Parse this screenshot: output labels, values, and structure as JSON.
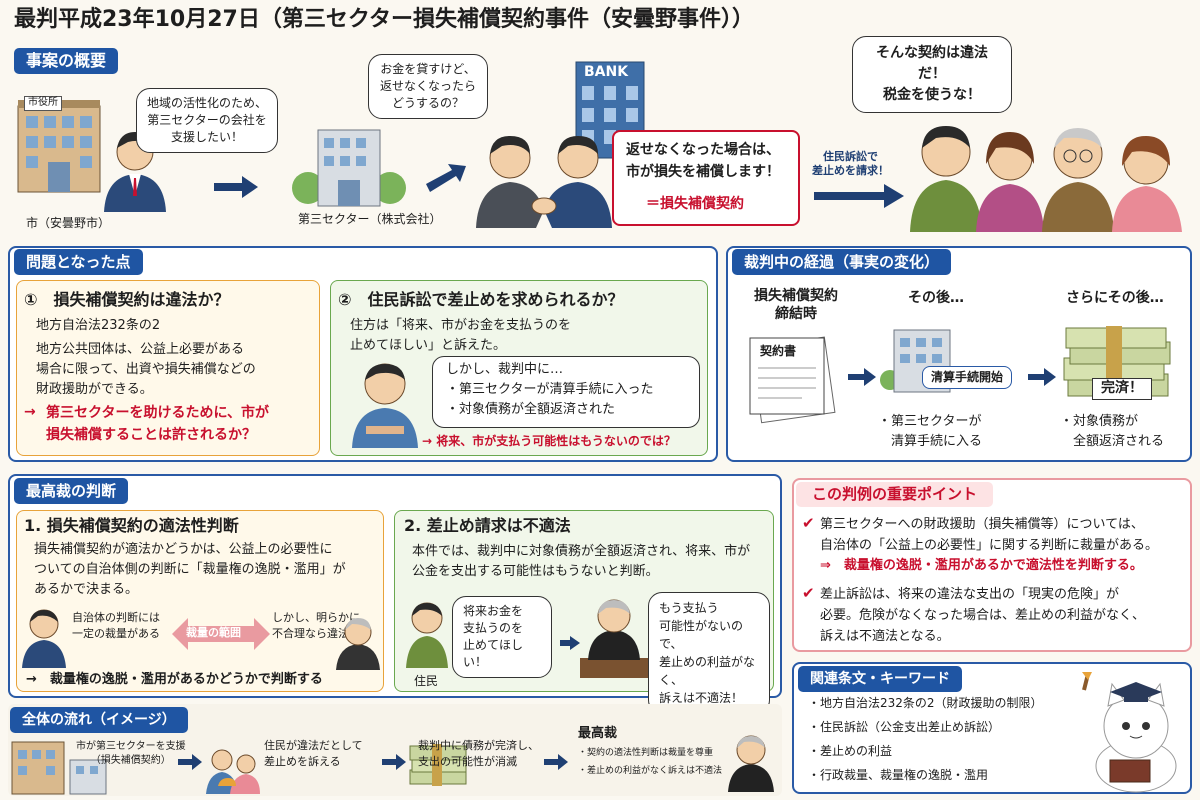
{
  "title": "最判平成23年10月27日（第三セクター損失補償契約事件（安曇野事件））",
  "overview": {
    "label": "事案の概要",
    "city_sign": "市役所",
    "city_label": "市（安曇野市）",
    "city_bubble": "地域の活性化のため、\n第三セクターの会社を\n支援したい！",
    "third_label": "第三セクター（株式会社）",
    "bank_sign": "BANK",
    "bank_bubble": "お金を貸すけど、\n返せなくなったら\nどうするの？",
    "contract_line1": "返せなくなった場合は、",
    "contract_line2": "市が損失を補償します！",
    "contract_name": "＝損失補償契約",
    "suit_arrow": "住民訴訟で\n差止めを請求！",
    "residents_bubble": "そんな契約は違法だ！\n税金を使うな！"
  },
  "issues": {
    "label": "問題となった点",
    "q1": {
      "title": "①　損失補償契約は違法か？",
      "law": "地方自治法232条の2",
      "text": "地方公共団体は、公益上必要がある\n場合に限って、出資や損失補償などの\n財政援助ができる。",
      "arrow": "→",
      "point": "第三セクターを助けるために、市が\n損失補償することは許されるか？"
    },
    "q2": {
      "title": "②　住民訴訟で差止めを求められるか？",
      "text": "住方は「将来、市がお金を支払うのを\n止めてほしい」と訴えた。",
      "bubble_head": "しかし、裁判中に…",
      "bubble_items": [
        "・第三セクターが清算手続に入った",
        "・対象債務が全額返済された"
      ],
      "point": "→ 将来、市が支払う可能性はもうないのでは？"
    }
  },
  "process": {
    "label": "裁判中の経過（事実の変化）",
    "c1_head": "損失補償契約\n締結時",
    "c1_doc": "契約書",
    "c2_head": "その後…",
    "c2_tag": "清算手続開始",
    "c2_text": "・第三セクターが\n　清算手続に入る",
    "c3_head": "さらにその後…",
    "c3_tag": "完済！",
    "c3_text": "・対象債務が\n　全額返済される"
  },
  "judgment": {
    "label": "最高裁の判断",
    "j1": {
      "title": "1. 損失補償契約の適法性判断",
      "text": "損失補償契約が適法かどうかは、公益上の必要性に\nついての自治体側の判断に「裁量権の逸脱・濫用」が\nあるかで決まる。",
      "left": "自治体の判断には\n一定の裁量がある",
      "range": "裁量の範囲",
      "right": "しかし、明らかに\n不合理なら違法",
      "conclusion": "→　裁量権の逸脱・濫用があるかどうかで判断する"
    },
    "j2": {
      "title": "2. 差止め請求は不適法",
      "text": "本件では、裁判中に対象債務が全額返済され、将来、市が\n公金を支出する可能性はもうないと判断。",
      "resident_bubble": "将来お金を\n支払うのを\n止めてほしい！",
      "resident_label": "住民",
      "judge_bubble": "もう支払う\n可能性がないので、\n差止めの利益がなく、\n訴えは不適法！"
    }
  },
  "points": {
    "label": "この判例の重要ポイント",
    "p1": "第三セクターへの財政援助（損失補償等）については、\n自治体の「公益上の必要性」に関する判断に裁量がある。",
    "p1_arrow": "⇒　裁量権の逸脱・濫用があるかで適法性を判断する。",
    "p2": "差止訴訟は、将来の違法な支出の「現実の危険」が\n必要。危険がなくなった場合は、差止めの利益がなく、\n訴えは不適法となる。",
    "check": "✔"
  },
  "keywords": {
    "label": "関連条文・キーワード",
    "items": [
      "・地方自治法232条の2（財政援助の制限）",
      "・住民訴訟（公金支出差止め訴訟）",
      "・差止めの利益",
      "・行政裁量、裁量権の逸脱・濫用"
    ]
  },
  "flow": {
    "label": "全体の流れ（イメージ）",
    "s1": "市が第三セクターを支援\n（損失補償契約）",
    "s2": "住民が違法だとして\n差止めを訴える",
    "s3": "裁判中に債務が完済し、\n支出の可能性が消滅",
    "s4_head": "最高裁",
    "s4_items": [
      "・契約の適法性判断は裁量を尊重",
      "・差止めの利益がなく訴えは不適法"
    ]
  },
  "colors": {
    "navy": "#1f55a3",
    "red": "#c8102e",
    "green": "#6aa84f",
    "orange": "#e8a33a",
    "pink": "#e99aa0"
  }
}
